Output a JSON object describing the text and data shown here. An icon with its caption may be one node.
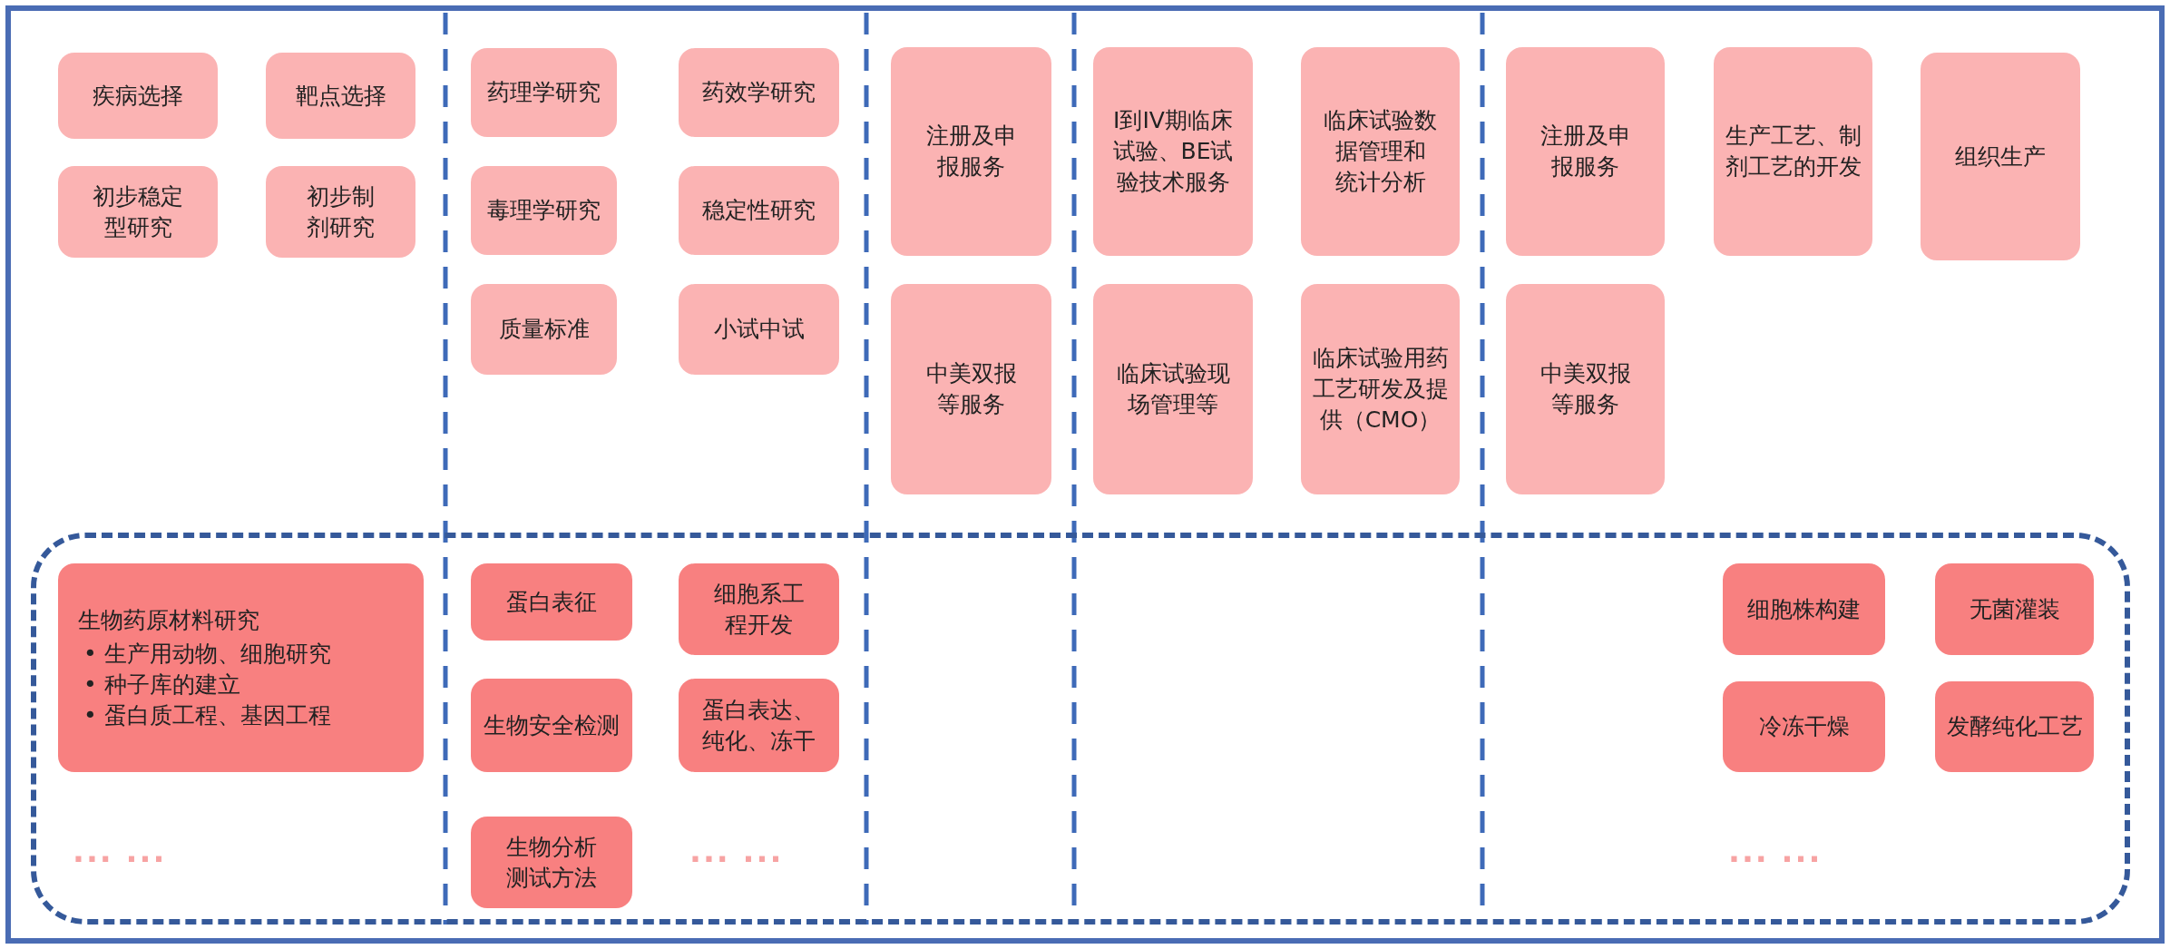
{
  "diagram": {
    "nodes": [
      {
        "text": [
          "疾病选择"
        ]
      },
      {
        "text": [
          "靶点选择"
        ]
      },
      {
        "text": [
          "初步稳定型研究"
        ]
      },
      {
        "text": [
          "初步制剂研究"
        ]
      },
      {
        "text": [
          "药理学研究"
        ]
      },
      {
        "text": [
          "药效学研究"
        ]
      },
      {
        "text": [
          "毒理学研究"
        ]
      },
      {
        "text": [
          "稳定性研究"
        ]
      },
      {
        "text": [
          "质量标准"
        ]
      },
      {
        "text": [
          "小试中试"
        ]
      },
      {
        "text": [
          "注册及申报服务"
        ]
      },
      {
        "text": [
          "中美双报等服务"
        ]
      },
      {
        "text": [
          "I到IV期临床试验、BE试验技术服务"
        ]
      },
      {
        "text": [
          "临床试验数据管理和统计分析"
        ]
      },
      {
        "text": [
          "临床试验现场管理等"
        ]
      },
      {
        "text": [
          "临床试验用药工艺研发及提供（CMO）"
        ]
      },
      {
        "text": [
          "注册及申报服务"
        ]
      },
      {
        "text": [
          "中美双报等服务"
        ]
      },
      {
        "text": [
          "生产工艺、制剂工艺的开发"
        ]
      },
      {
        "text": [
          "组织生产"
        ]
      },
      {
        "text": [],
        "shape": "box"
      },
      {
        "text": [
          "生物药原材料研究",
          "• 生产用动物、细胞研究",
          "• 种子库的建立",
          "• 蛋白质工程、基因工程"
        ],
        "in": 20
      },
      {
        "text": [
          "蛋白表征"
        ],
        "in": 20
      },
      {
        "text": [
          "细胞系工程开发"
        ],
        "in": 20
      },
      {
        "text": [
          "生物安全检测"
        ],
        "in": 20
      },
      {
        "text": [
          "蛋白表达、纯化、冻干"
        ],
        "in": 20
      },
      {
        "text": [
          "生物分析测试方法"
        ],
        "in": 20
      },
      {
        "text": [
          "细胞株构建"
        ],
        "in": 20
      },
      {
        "text": [
          "无菌灌装"
        ],
        "in": 20
      },
      {
        "text": [
          "冷冻干燥"
        ],
        "in": 20
      },
      {
        "text": [
          "发酵纯化工艺"
        ],
        "in": 20
      }
    ],
    "edges": [],
    "labels": [
      "... ...",
      "... ...",
      "... ..."
    ]
  }
}
